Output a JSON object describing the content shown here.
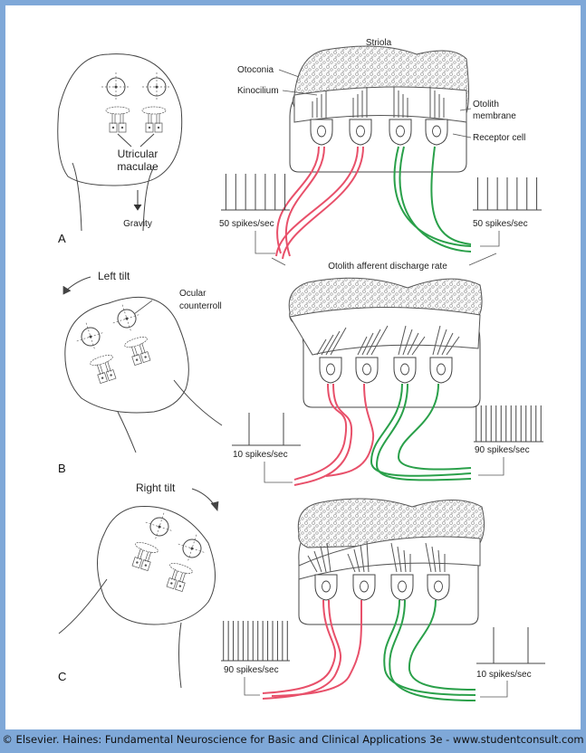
{
  "labels": {
    "striola": "Striola",
    "otoconia": "Otoconia",
    "kinocilium": "Kinocilium",
    "otolith_membrane_1": "Otolith",
    "otolith_membrane_2": "membrane",
    "receptor_cell": "Receptor cell",
    "utricular_1": "Utricular",
    "utricular_2": "maculae",
    "gravity": "Gravity",
    "afferent_rate": "Otolith afferent discharge rate",
    "left_tilt": "Left tilt",
    "ocular_1": "Ocular",
    "ocular_2": "counterroll",
    "right_tilt": "Right tilt"
  },
  "panels": [
    {
      "letter": "A",
      "left_rate": "50 spikes/sec",
      "right_rate": "50 spikes/sec",
      "left_spikes": 7,
      "right_spikes": 7
    },
    {
      "letter": "B",
      "left_rate": "10 spikes/sec",
      "right_rate": "90 spikes/sec",
      "left_spikes": 2,
      "right_spikes": 14
    },
    {
      "letter": "C",
      "left_rate": "90 spikes/sec",
      "right_rate": "10 spikes/sec",
      "left_spikes": 14,
      "right_spikes": 2
    }
  ],
  "colors": {
    "red_afferent": "#e8506a",
    "green_afferent": "#2aa04a",
    "frame": "#7fa8d8"
  },
  "footer": "© Elsevier. Haines: Fundamental Neuroscience for Basic and Clinical Applications 3e - www.studentconsult.com"
}
